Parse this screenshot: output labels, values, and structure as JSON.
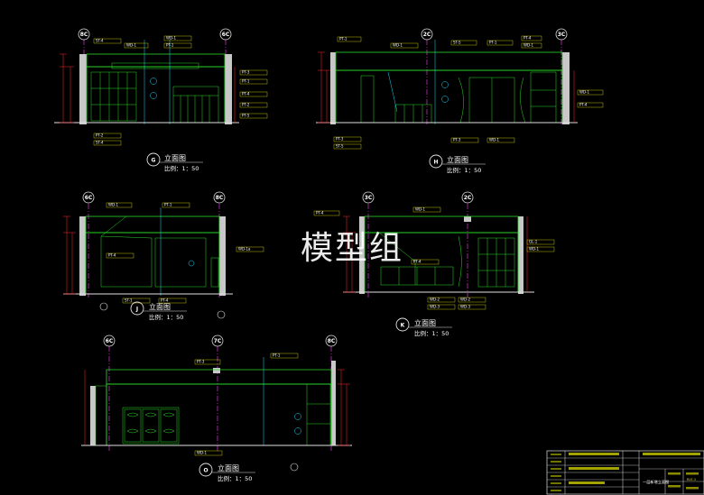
{
  "watermark": "模型组",
  "elevations": [
    {
      "id": "G",
      "title": "立面图",
      "scale": "比例：1：50",
      "axes": [
        "8C",
        "6C"
      ]
    },
    {
      "id": "H",
      "title": "立面图",
      "scale": "比例：1：50",
      "axes": [
        "2C",
        "3C"
      ]
    },
    {
      "id": "J",
      "title": "立面图",
      "scale": "比例：1：50",
      "axes": [
        "6C",
        "8C"
      ]
    },
    {
      "id": "K",
      "title": "立面图",
      "scale": "比例：1：50",
      "axes": [
        "3C",
        "2C"
      ]
    },
    {
      "id": "O",
      "title": "立面图",
      "scale": "比例：1：50",
      "axes": [
        "6C",
        "7C",
        "8C"
      ]
    }
  ],
  "tags": {
    "g": [
      "ST-4",
      "WD-1",
      "PT-1",
      "PT-3",
      "PT-4",
      "PT-2",
      "PT-5"
    ],
    "h": [
      "PT-1",
      "WD-1",
      "ST-5",
      "PT-1",
      "PT-4",
      "WD-1",
      "PT-3"
    ],
    "j": [
      "WD-1",
      "PT-1",
      "PT-4",
      "ST-1",
      "WD-1a"
    ],
    "k": [
      "PT-4",
      "WD-1",
      "GL-1",
      "WD-2",
      "WD-3"
    ],
    "o": [
      "PT-3",
      "PT-1",
      "WD-1"
    ]
  },
  "title_block": {
    "sheet_title": "一层新增立面图",
    "sheet_no": "ELE-1"
  },
  "colors": {
    "wall": "#2bd82b",
    "outline": "#e0e0e0",
    "dim": "#ff2a2a",
    "tag": "#e8e800",
    "callout": "#1ad6ff",
    "magenta": "#ff3cff",
    "text": "#ffffff"
  }
}
